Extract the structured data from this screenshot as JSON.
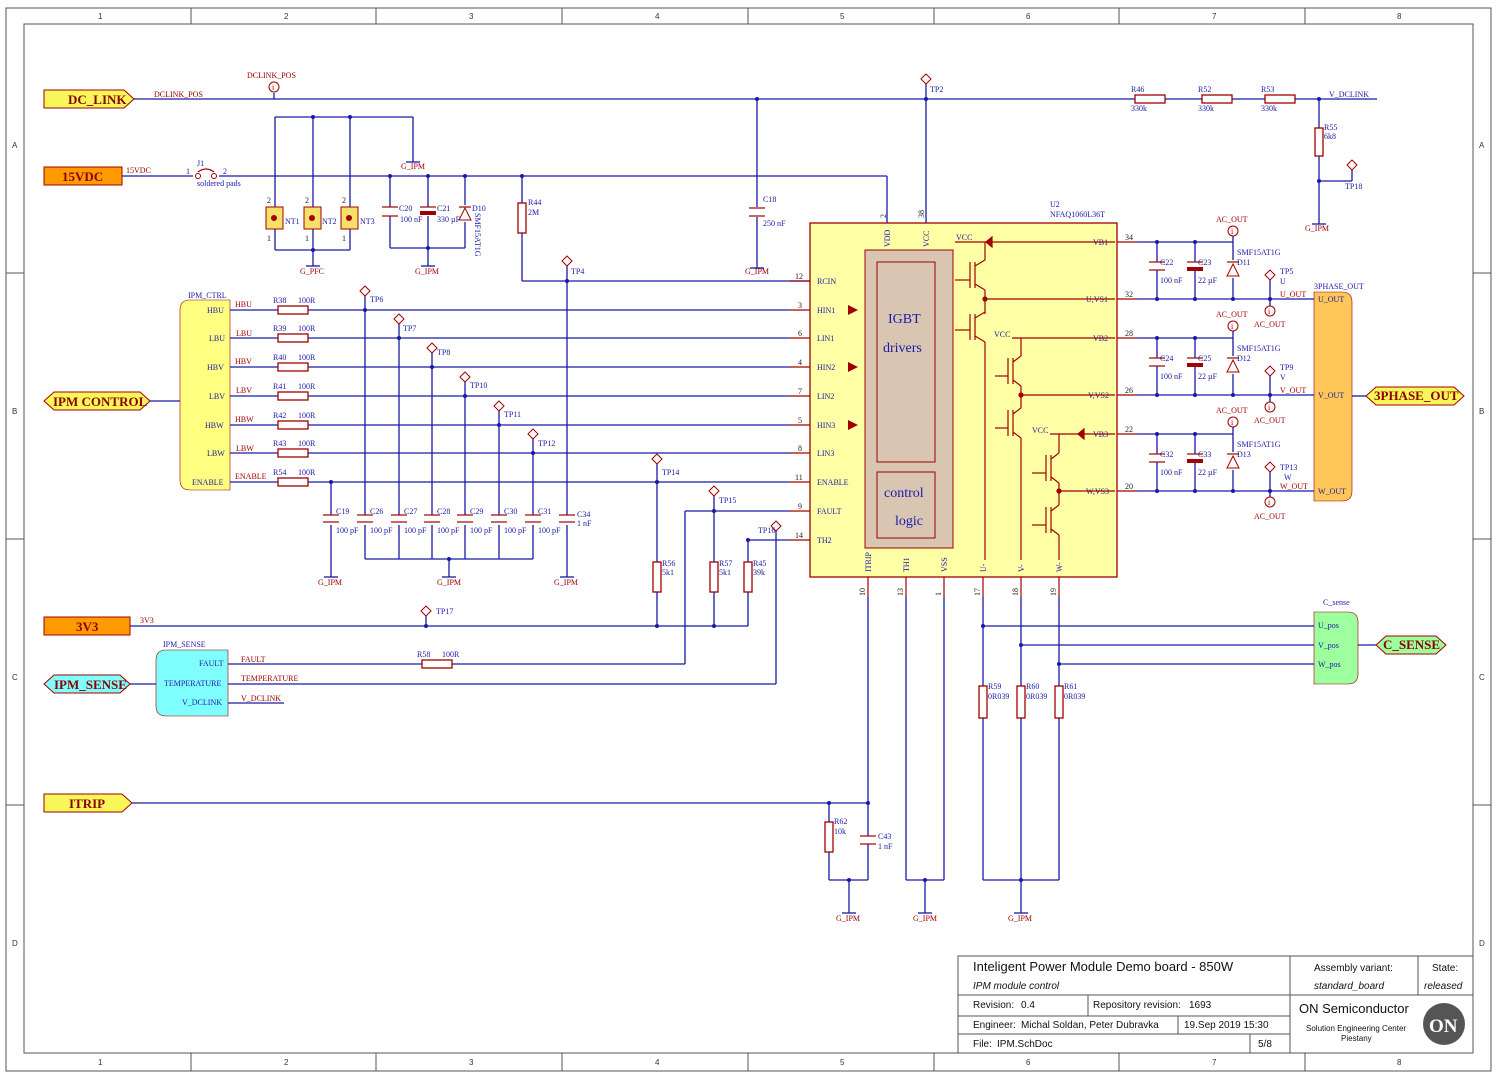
{
  "zones": {
    "columns": [
      "1",
      "2",
      "3",
      "4",
      "5",
      "6",
      "7",
      "8"
    ],
    "rows": [
      "A",
      "B",
      "C",
      "D"
    ]
  },
  "ports": {
    "dc_link": "DC_LINK",
    "v15": "15VDC",
    "ipm_control": "IPM CONTROL",
    "v3v3": "3V3",
    "ipm_sense": "IPM_SENSE",
    "itrip": "ITRIP",
    "phase_out": "3PHASE_OUT",
    "c_sense": "C_SENSE"
  },
  "nets": {
    "dclink_pos": "DCLINK_POS",
    "v15vdc": "15VDC",
    "v_dclink": "V_DCLINK",
    "v3v3": "3V3",
    "hbu": "HBU",
    "lbu": "LBU",
    "hbv": "HBV",
    "lbv": "LBV",
    "hbw": "HBW",
    "lbw": "LBW",
    "enable": "ENABLE",
    "fault": "FAULT",
    "temperature": "TEMPERATURE",
    "u_out": "U_OUT",
    "v_out": "V_OUT",
    "w_out": "W_OUT",
    "ac_out": "AC_OUT"
  },
  "grounds": {
    "g_ipm": "G_IPM",
    "g_pfc": "G_PFC"
  },
  "harness": {
    "ipm_ctrl": {
      "title": "IPM_CTRL",
      "pins": [
        "HBU",
        "LBU",
        "HBV",
        "LBV",
        "HBW",
        "LBW",
        "ENABLE"
      ]
    },
    "ipm_sense": {
      "title": "IPM_SENSE",
      "pins": [
        "FAULT",
        "TEMPERATURE",
        "V_DCLINK"
      ]
    },
    "phase_out": {
      "title": "3PHASE_OUT",
      "pins": [
        "U_OUT",
        "V_OUT",
        "W_OUT"
      ]
    },
    "c_sense": {
      "title": "C_sense",
      "pins": [
        "U_pos",
        "V_pos",
        "W_pos"
      ]
    }
  },
  "ic": {
    "ref": "U2",
    "part": "NFAQ1060L36T",
    "inner_top": [
      "IGBT",
      "drivers"
    ],
    "inner_bottom": [
      "control",
      "logic"
    ],
    "vcc_labels": [
      "VCC",
      "VCC",
      "VCC"
    ],
    "left_pins": [
      {
        "num": "12",
        "name": "RCIN"
      },
      {
        "num": "3",
        "name": "HIN1"
      },
      {
        "num": "6",
        "name": "LIN1"
      },
      {
        "num": "4",
        "name": "HIN2"
      },
      {
        "num": "7",
        "name": "LIN2"
      },
      {
        "num": "5",
        "name": "HIN3"
      },
      {
        "num": "8",
        "name": "LIN3"
      },
      {
        "num": "11",
        "name": "ENABLE"
      },
      {
        "num": "9",
        "name": "FAULT"
      },
      {
        "num": "14",
        "name": "TH2"
      }
    ],
    "right_pins": [
      {
        "num": "34",
        "name": "VB1"
      },
      {
        "num": "32",
        "name": "U,VS1"
      },
      {
        "num": "28",
        "name": "VB2"
      },
      {
        "num": "26",
        "name": "V,VS2"
      },
      {
        "num": "22",
        "name": "VB3"
      },
      {
        "num": "20",
        "name": "W,VS3"
      }
    ],
    "top_pins": [
      {
        "num": "2",
        "name": "VDD"
      },
      {
        "num": "38",
        "name": "VCC"
      }
    ],
    "bottom_pins": [
      {
        "num": "10",
        "name": "ITRIP"
      },
      {
        "num": "13",
        "name": "TH1"
      },
      {
        "num": "1",
        "name": "VSS"
      },
      {
        "num": "17",
        "name": "U-"
      },
      {
        "num": "18",
        "name": "V-"
      },
      {
        "num": "19",
        "name": "W-"
      }
    ]
  },
  "components": {
    "J1": {
      "ref": "J1",
      "value": "soldered pads",
      "pin1": "1",
      "pin2": "2"
    },
    "NT1": "NT1",
    "NT2": "NT2",
    "NT3": "NT3",
    "C20": {
      "ref": "C20",
      "value": "100 nF"
    },
    "C21": {
      "ref": "C21",
      "value": "330 µF"
    },
    "D10": {
      "ref": "D10",
      "value": "SMF15AT1G"
    },
    "R44": {
      "ref": "R44",
      "value": "2M"
    },
    "C18": {
      "ref": "C18",
      "value": "250 nF"
    },
    "R46": {
      "ref": "R46",
      "value": "330k"
    },
    "R52": {
      "ref": "R52",
      "value": "330k"
    },
    "R53": {
      "ref": "R53",
      "value": "330k"
    },
    "R55": {
      "ref": "R55",
      "value": "6k8"
    },
    "R38": {
      "ref": "R38",
      "value": "100R"
    },
    "R39": {
      "ref": "R39",
      "value": "100R"
    },
    "R40": {
      "ref": "R40",
      "value": "100R"
    },
    "R41": {
      "ref": "R41",
      "value": "100R"
    },
    "R42": {
      "ref": "R42",
      "value": "100R"
    },
    "R43": {
      "ref": "R43",
      "value": "100R"
    },
    "R54": {
      "ref": "R54",
      "value": "100R"
    },
    "C19": {
      "ref": "C19",
      "value": "100 pF"
    },
    "C26": {
      "ref": "C26",
      "value": "100 pF"
    },
    "C27": {
      "ref": "C27",
      "value": "100 pF"
    },
    "C28": {
      "ref": "C28",
      "value": "100 pF"
    },
    "C29": {
      "ref": "C29",
      "value": "100 pF"
    },
    "C30": {
      "ref": "C30",
      "value": "100 pF"
    },
    "C31": {
      "ref": "C31",
      "value": "100 pF"
    },
    "C34": {
      "ref": "C34",
      "value": "1 nF"
    },
    "R56": {
      "ref": "R56",
      "value": "5k1"
    },
    "R57": {
      "ref": "R57",
      "value": "5k1"
    },
    "R45": {
      "ref": "R45",
      "value": "39k"
    },
    "R58": {
      "ref": "R58",
      "value": "100R"
    },
    "C22": {
      "ref": "C22",
      "value": "100 nF"
    },
    "C23": {
      "ref": "C23",
      "value": "22 µF"
    },
    "C24": {
      "ref": "C24",
      "value": "100 nF"
    },
    "C25": {
      "ref": "C25",
      "value": "22 µF"
    },
    "C32": {
      "ref": "C32",
      "value": "100 nF"
    },
    "C33": {
      "ref": "C33",
      "value": "22 µF"
    },
    "D11": {
      "ref": "D11",
      "value": "SMF15AT1G"
    },
    "D12": {
      "ref": "D12",
      "value": "SMF15AT1G"
    },
    "D13": {
      "ref": "D13",
      "value": "SMF15AT1G"
    },
    "R59": {
      "ref": "R59",
      "value": "0R039"
    },
    "R60": {
      "ref": "R60",
      "value": "0R039"
    },
    "R61": {
      "ref": "R61",
      "value": "0R039"
    },
    "R62": {
      "ref": "R62",
      "value": "10k"
    },
    "C43": {
      "ref": "C43",
      "value": "1 nF"
    }
  },
  "testpoints": {
    "TP2": "TP2",
    "TP4": "TP4",
    "TP5": "TP5",
    "TP5_net": "U",
    "TP6": "TP6",
    "TP7": "TP7",
    "TP8": "TP8",
    "TP9": "TP9",
    "TP9_net": "V",
    "TP10": "TP10",
    "TP11": "TP11",
    "TP12": "TP12",
    "TP13": "TP13",
    "TP13_net": "W",
    "TP14": "TP14",
    "TP15": "TP15",
    "TP16": "TP16",
    "TP17": "TP17",
    "TP18": "TP18"
  },
  "title_block": {
    "title": "Inteligent Power Module Demo board - 850W",
    "subtitle": "IPM module control",
    "revision_label": "Revision:",
    "revision": "0.4",
    "repo_label": "Repository revision:",
    "repo_revision": "1693",
    "engineer_label": "Engineer:",
    "engineer": "Michal Soldan, Peter Dubravka",
    "date": "19.Sep 2019 15:30",
    "file_label": "File:",
    "file": "IPM.SchDoc",
    "sheet": "5/8",
    "assembly_label": "Assembly variant:",
    "assembly": "standard_board",
    "state_label": "State:",
    "state": "released",
    "company": "ON Semiconductor",
    "center": "Solution Engineering Center",
    "city": "Piestany",
    "logo": "ON"
  },
  "colors": {
    "wire": "#1a1aa6",
    "component": "#a00000",
    "ic_fill": "#ffffa6",
    "ic_inner": "#d9c6b2",
    "port_fill": "#f7f75a",
    "port_orange": "#ff9a00",
    "harness_yellow": "#ffff80",
    "harness_orange": "#ffc659",
    "harness_cyan": "#80ffff",
    "harness_green": "#9dff9d"
  }
}
